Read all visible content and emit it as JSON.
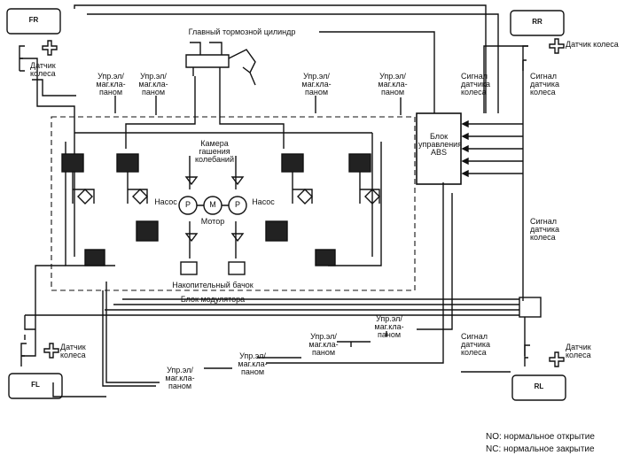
{
  "wheels": {
    "fr": "FR",
    "rr": "RR",
    "fl": "FL",
    "rl": "RL"
  },
  "labels": {
    "master_cylinder": "Главный тормозной цилиндр",
    "damping_chamber": "Камера\nгашения\nколебаний",
    "pump_left": "Насос",
    "pump_right": "Насос",
    "motor": "Мотор",
    "reservoir": "Накопительный бачок",
    "modulator": "Блок модулятора",
    "abs_unit": "Блок\nуправления\nABS",
    "sensor_fr": "Датчик\nколеса",
    "sensor_rr": "Датчик колеса",
    "sensor_fl": "Датчик\nколеса",
    "sensor_rl": "Датчик\nколеса",
    "signal_1": "Сигнал\nдатчика\nколеса",
    "signal_2": "Сигнал\nдатчика\nколеса",
    "signal_3": "Сигнал\nдатчика\nколеса",
    "signal_4": "Сигнал\nдатчика\nколеса",
    "valve_ctrl": "Упр.эл/\nмаг.кла-\nпаном",
    "pump_symbol": "P",
    "motor_symbol": "M"
  },
  "legend": {
    "no": "NO:  нормальное открытие",
    "nc": "NC:  нормальное закрытие"
  },
  "colors": {
    "line": "#111111",
    "background": "#ffffff"
  }
}
